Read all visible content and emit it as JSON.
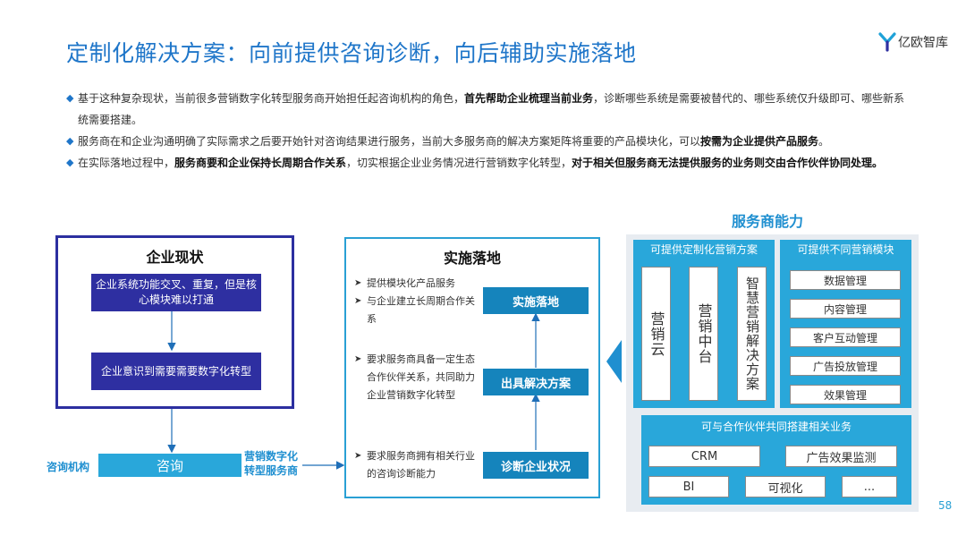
{
  "title": "定制化解决方案：向前提供咨询诊断，向后辅助实施落地",
  "logo": {
    "text": "亿欧智库",
    "accent": "#1FA2D8"
  },
  "bullets": [
    {
      "parts": [
        {
          "t": "基于这种复杂现状，当前很多营销数字化转型服务商开始担任起咨询机构的角色，",
          "b": false
        },
        {
          "t": "首先帮助企业梳理当前业务",
          "b": true
        },
        {
          "t": "，诊断哪些系统是需要被替代的、哪些系统仅升级即可、哪些新系统需要搭建。",
          "b": false
        }
      ]
    },
    {
      "parts": [
        {
          "t": "服务商在和企业沟通明确了实际需求之后要开始针对咨询结果进行服务，当前大多服务商的解决方案矩阵将重要的产品模块化，可以",
          "b": false
        },
        {
          "t": "按需为企业提供产品服务",
          "b": true
        },
        {
          "t": "。",
          "b": false
        }
      ]
    },
    {
      "parts": [
        {
          "t": "在实际落地过程中，",
          "b": false
        },
        {
          "t": "服务商要和企业保持长周期合作关系",
          "b": true
        },
        {
          "t": "，切实根据企业业务情况进行营销数字化转型，",
          "b": false
        },
        {
          "t": "对于相关但服务商无法提供服务的业务则交由合作伙伴协同处理。",
          "b": true
        }
      ]
    }
  ],
  "state": {
    "title": "企业现状",
    "item1": "企业系统功能交叉、重复，但是核心模块难以打通",
    "item2": "企业意识到需要需要数字化转型"
  },
  "implementation": {
    "title": "实施落地",
    "group1": [
      "提供模块化产品服务",
      "与企业建立长周期合作关系"
    ],
    "group2": [
      "要求服务商具备一定生态合作伙伴关系，共同助力企业营销数字化转型"
    ],
    "group3": [
      "要求服务商拥有相关行业的咨询诊断能力"
    ],
    "step_top": "实施落地",
    "step_mid": "出具解决方案",
    "step_bottom": "诊断企业状况"
  },
  "capability": {
    "title": "服务商能力",
    "custom": {
      "title": "可提供定制化营销方案",
      "items": [
        "营销云",
        "营销中台",
        "智慧营销解决方案"
      ]
    },
    "modules": {
      "title": "可提供不同营销模块",
      "items": [
        "数据管理",
        "内容管理",
        "客户互动管理",
        "广告投放管理",
        "效果管理"
      ]
    },
    "partners": {
      "title": "可与合作伙伴共同搭建相关业务",
      "row1": [
        "CRM",
        "广告效果监测"
      ],
      "row2": [
        "BI",
        "可视化",
        "..."
      ]
    }
  },
  "flow": {
    "consult_label": "咨询机构",
    "consult": "咨询",
    "provider_label": "营销数字化转型服务商"
  },
  "page_number": "58",
  "colors": {
    "title": "#1F76C9",
    "navy": "#2E2FA1",
    "teal": "#1584BC",
    "sky": "#29A7DA",
    "panel": "#E8ECF1"
  }
}
